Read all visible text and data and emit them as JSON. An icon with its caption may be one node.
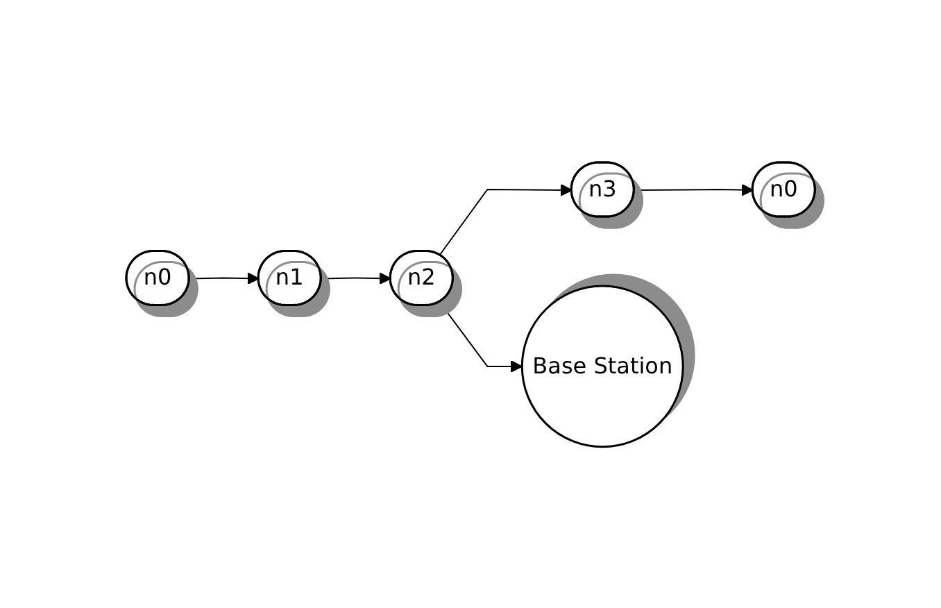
{
  "diagram": {
    "nodes": [
      {
        "text": [
          "n0"
        ]
      },
      {
        "text": [
          "n1"
        ]
      },
      {
        "text": [
          "n2"
        ]
      },
      {
        "text": [
          "n3"
        ]
      },
      {
        "text": [
          "n0"
        ]
      },
      {
        "text": [
          "Base Station"
        ]
      }
    ],
    "edges": [
      {
        "from": 0,
        "to": 1,
        "arrow": "to"
      },
      {
        "from": 1,
        "to": 2,
        "arrow": "to"
      },
      {
        "from": 2,
        "to": 3,
        "arrow": "to"
      },
      {
        "from": 3,
        "to": 4,
        "arrow": "to"
      },
      {
        "from": 2,
        "to": 5,
        "arrow": "to"
      }
    ]
  }
}
